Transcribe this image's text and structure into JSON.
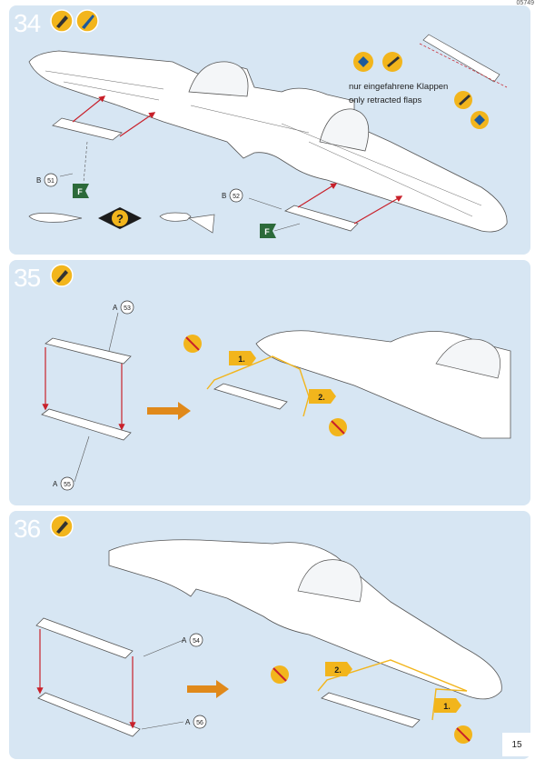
{
  "header": {
    "code": "05749"
  },
  "steps": [
    {
      "number": "34",
      "note_de": "nur eingefahrene Klappen",
      "note_en": "only retracted flaps",
      "parts": [
        {
          "prefix": "B",
          "num": "51"
        },
        {
          "prefix": "B",
          "num": "52"
        }
      ],
      "flag": "F",
      "option_symbol": "?"
    },
    {
      "number": "35",
      "parts": [
        {
          "prefix": "A",
          "num": "53"
        },
        {
          "prefix": "A",
          "num": "55"
        }
      ],
      "seq": [
        "1.",
        "2."
      ]
    },
    {
      "number": "36",
      "parts": [
        {
          "prefix": "A",
          "num": "54"
        },
        {
          "prefix": "A",
          "num": "56"
        }
      ],
      "seq": [
        "1.",
        "2."
      ]
    }
  ],
  "page_number": "15",
  "colors": {
    "panel_bg": "#d7e6f3",
    "arrow_red": "#c8202a",
    "arrow_orange": "#e0891a",
    "icon_yellow": "#f2b51c",
    "decal_green": "#2c6a3a"
  }
}
